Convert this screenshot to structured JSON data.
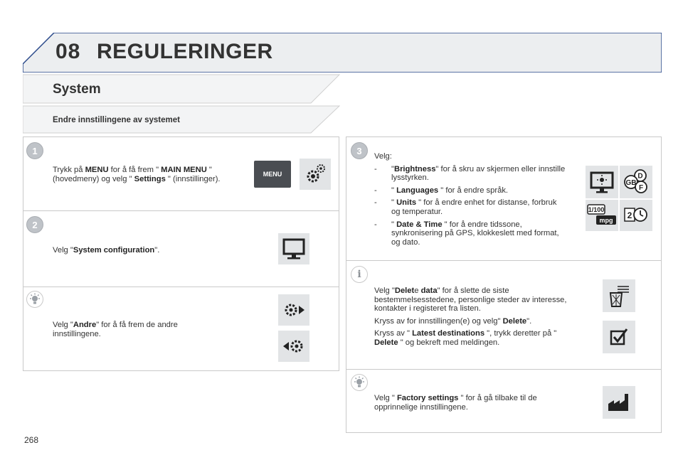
{
  "header": {
    "chapter_number": "08",
    "chapter_title": "REGULERINGER"
  },
  "section_title": "System",
  "subtitle": "Endre innstillingene av systemet",
  "left_panel": {
    "step1": {
      "badge": "1",
      "pre": "Trykk på ",
      "b1": "MENU",
      "mid1": " for å få frem \" ",
      "b2": "MAIN MENU",
      "mid2": " \" (hovedmeny) og velg \" ",
      "b3": "Settings",
      "post": " \" (innstillinger).",
      "menu_button_label": "MENU"
    },
    "step2": {
      "badge": "2",
      "pre": "Velg \"",
      "b1": "System configuration",
      "post": "\"."
    },
    "tip": {
      "pre": "Velg \"",
      "b1": "Andre",
      "post": "\" for å få frem de andre innstillingene."
    }
  },
  "right_panel": {
    "step3": {
      "badge": "3",
      "intro": "Velg:",
      "items": [
        {
          "dash": "-",
          "pre": "\"",
          "bold": "Brightness",
          "post": "\" for å skru av skjermen eller innstille lysstyrken."
        },
        {
          "dash": "-",
          "pre": "\" ",
          "bold": "Languages",
          "post": " \" for å endre språk."
        },
        {
          "dash": "-",
          "pre": "\" ",
          "bold": "Units",
          "post": " \" for å endre enhet for distanse, forbruk og temperatur."
        },
        {
          "dash": "-",
          "pre": "\" ",
          "bold": "Date & Time",
          "post": " \" for å endre tidssone, synkronisering på GPS, klokkeslett med format, og dato."
        }
      ],
      "units_icon_top": "1/100",
      "units_icon_bottom": "mpg",
      "lang_codes": [
        "D",
        "GB",
        "F"
      ]
    },
    "info": {
      "badge": "i",
      "p1_pre": "Velg \"",
      "p1_b1": "Delet",
      "p1_mid": "e ",
      "p1_b2": "data",
      "p1_post": "\" for å slette de siste bestemmelsesstedene, personlige steder av interesse, kontakter i registeret fra listen.",
      "p2_pre": "Kryss av for innstillingen(e) og velg\" ",
      "p2_b": "Delete",
      "p2_post": "\".",
      "p3_pre": "Kryss av \" ",
      "p3_b1": "Latest destinations",
      "p3_mid": " \", trykk deretter på \" ",
      "p3_b2": "Delete",
      "p3_post": " \" og bekreft med meldingen."
    },
    "tip2": {
      "pre": "Velg \" ",
      "b1": "Factory settings",
      "post": " \" for å gå tilbake til de opprinnelige innstillingene."
    }
  },
  "page_number": "268",
  "colors": {
    "banner_fill": "#eceef0",
    "banner_border": "#2b4a8b",
    "panel_border": "#c9c9c9",
    "icon_bg": "#e2e4e6",
    "badge": "#bfc3c8"
  }
}
